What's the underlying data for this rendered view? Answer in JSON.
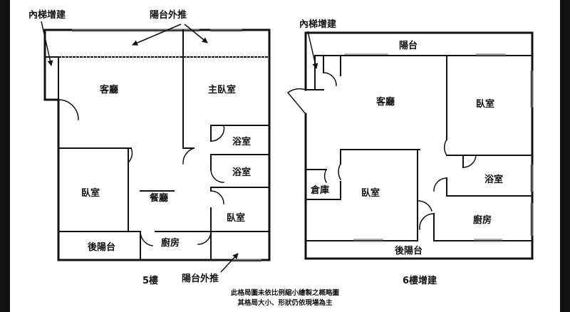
{
  "floor5": {
    "callout_stair": "內梯增建",
    "callout_balcony_top": "陽台外推",
    "callout_balcony_bottom": "陽台外推",
    "rooms": {
      "living": "客廳",
      "master_bedroom": "主臥室",
      "bath1": "浴室",
      "bath2": "浴室",
      "bedroom_left": "臥室",
      "dining": "餐廳",
      "bedroom_right": "臥室",
      "back_balcony": "後陽台",
      "kitchen": "廚房"
    },
    "caption": "5樓"
  },
  "floor6": {
    "callout_stair": "內梯增建",
    "rooms": {
      "balcony": "陽台",
      "living": "客廳",
      "bedroom_top": "臥室",
      "bath": "浴室",
      "storage": "倉庫",
      "bedroom_mid": "臥室",
      "kitchen": "廚房",
      "back_balcony": "後陽台"
    },
    "caption": "6樓增建"
  },
  "disclaimer": {
    "line1": "此格局圖未依比例縮小繪製之概略圖",
    "line2": "其格局大小、形狀仍依現場為主"
  },
  "colors": {
    "wall": "#111111",
    "window": "#9a9a9a",
    "background": "#ffffff",
    "side_strip": "#111111"
  }
}
